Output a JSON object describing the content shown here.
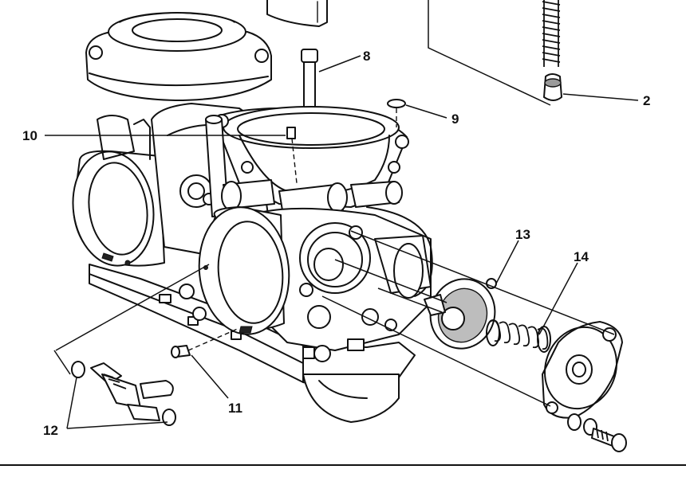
{
  "diagram": {
    "callouts": [
      {
        "id": "2",
        "text": "2"
      },
      {
        "id": "8",
        "text": "8"
      },
      {
        "id": "9",
        "text": "9"
      },
      {
        "id": "10",
        "text": "10"
      },
      {
        "id": "11",
        "text": "11"
      },
      {
        "id": "12",
        "text": "12"
      },
      {
        "id": "13",
        "text": "13"
      },
      {
        "id": "14",
        "text": "14"
      }
    ]
  }
}
